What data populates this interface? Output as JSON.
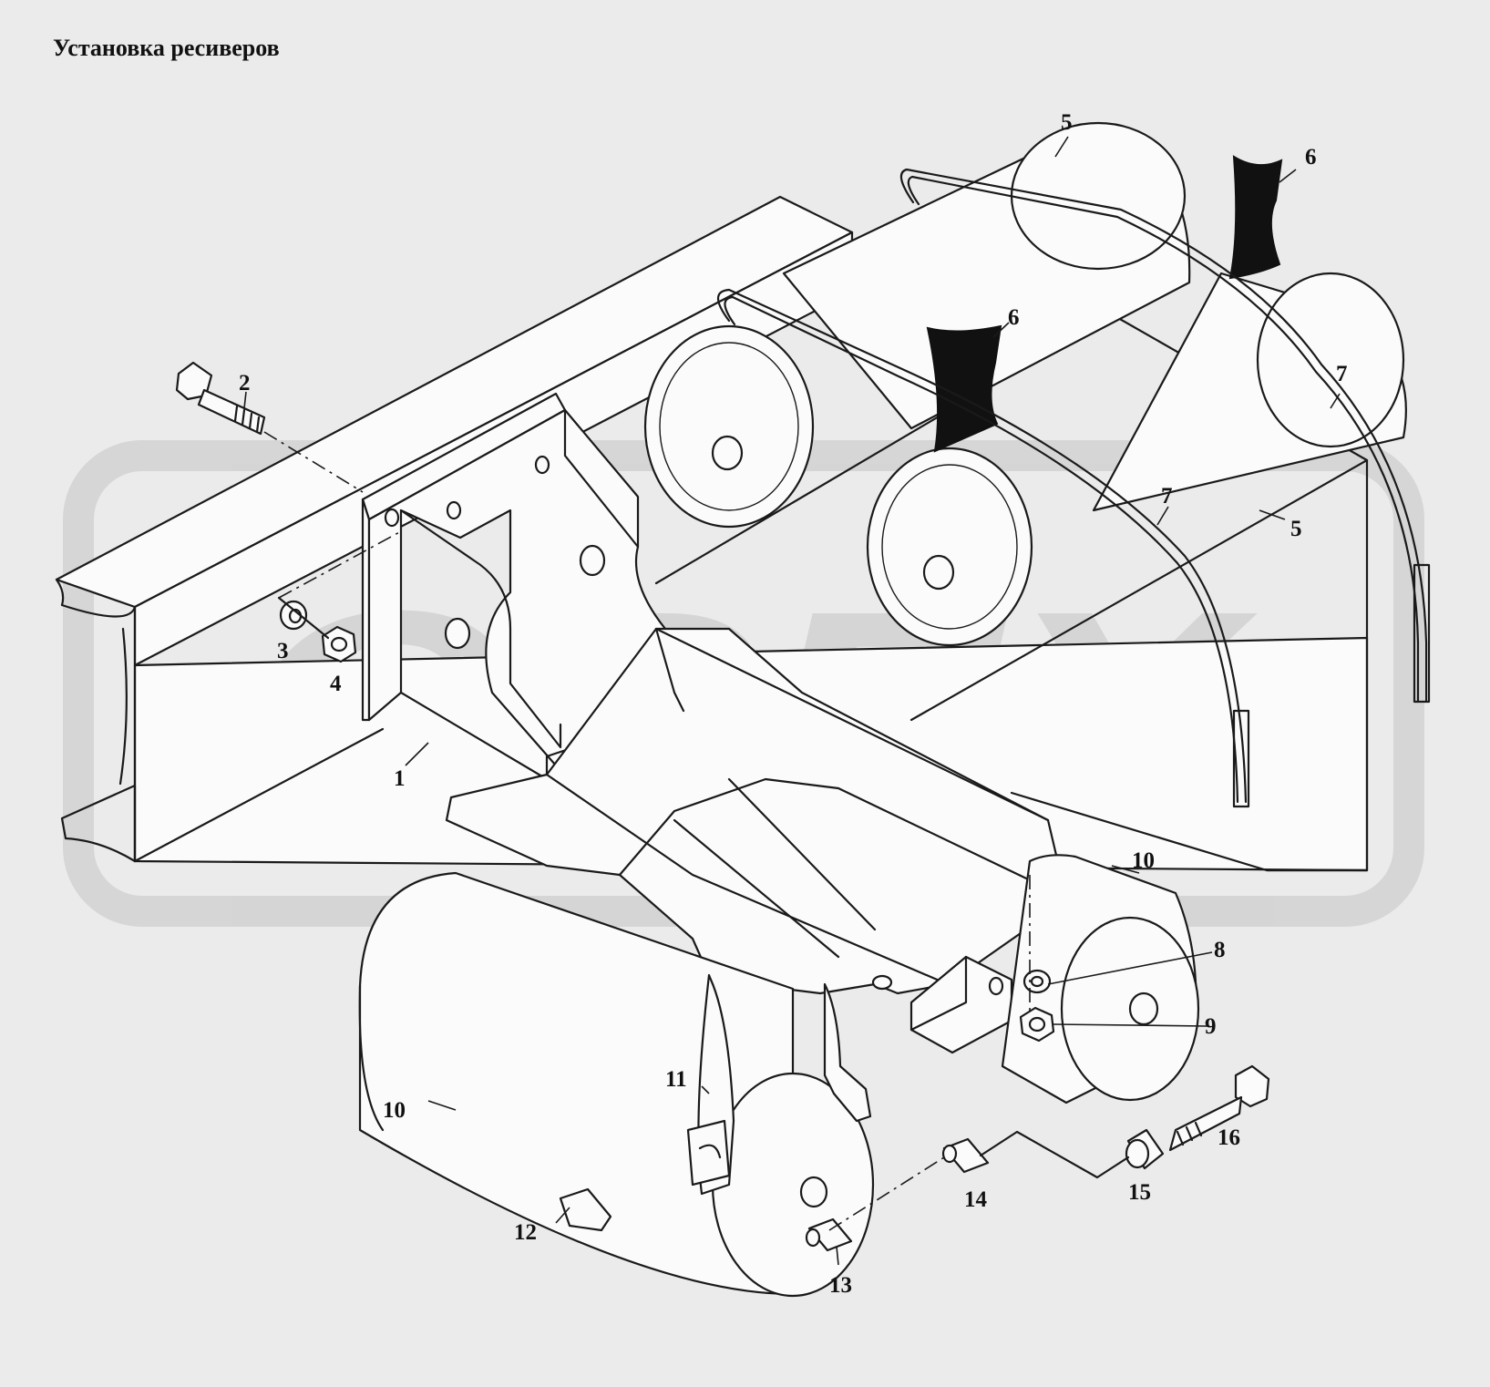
{
  "title": "Установка ресиверов",
  "watermark": {
    "text": "ОРЕХ",
    "color": "#d2d2d2"
  },
  "colors": {
    "background": "#ebebeb",
    "line": "#1a1a1a",
    "part_fill": "#fbfbfb",
    "rubber_block": "#111111"
  },
  "callouts": [
    {
      "id": "1",
      "part": "bracket"
    },
    {
      "id": "2",
      "part": "bolt"
    },
    {
      "id": "3",
      "part": "washer"
    },
    {
      "id": "4",
      "part": "nut"
    },
    {
      "id": "5",
      "part": "receiver-upper"
    },
    {
      "id": "5",
      "part": "receiver-upper"
    },
    {
      "id": "6",
      "part": "rubber-pad"
    },
    {
      "id": "6",
      "part": "rubber-pad"
    },
    {
      "id": "7",
      "part": "strap"
    },
    {
      "id": "7",
      "part": "strap"
    },
    {
      "id": "8",
      "part": "washer"
    },
    {
      "id": "9",
      "part": "nut"
    },
    {
      "id": "10",
      "part": "receiver-lower"
    },
    {
      "id": "10",
      "part": "receiver-lower"
    },
    {
      "id": "11",
      "part": "clamp"
    },
    {
      "id": "12",
      "part": "support"
    },
    {
      "id": "13",
      "part": "fitting"
    },
    {
      "id": "14",
      "part": "fitting"
    },
    {
      "id": "15",
      "part": "bushing"
    },
    {
      "id": "16",
      "part": "bolt"
    }
  ]
}
